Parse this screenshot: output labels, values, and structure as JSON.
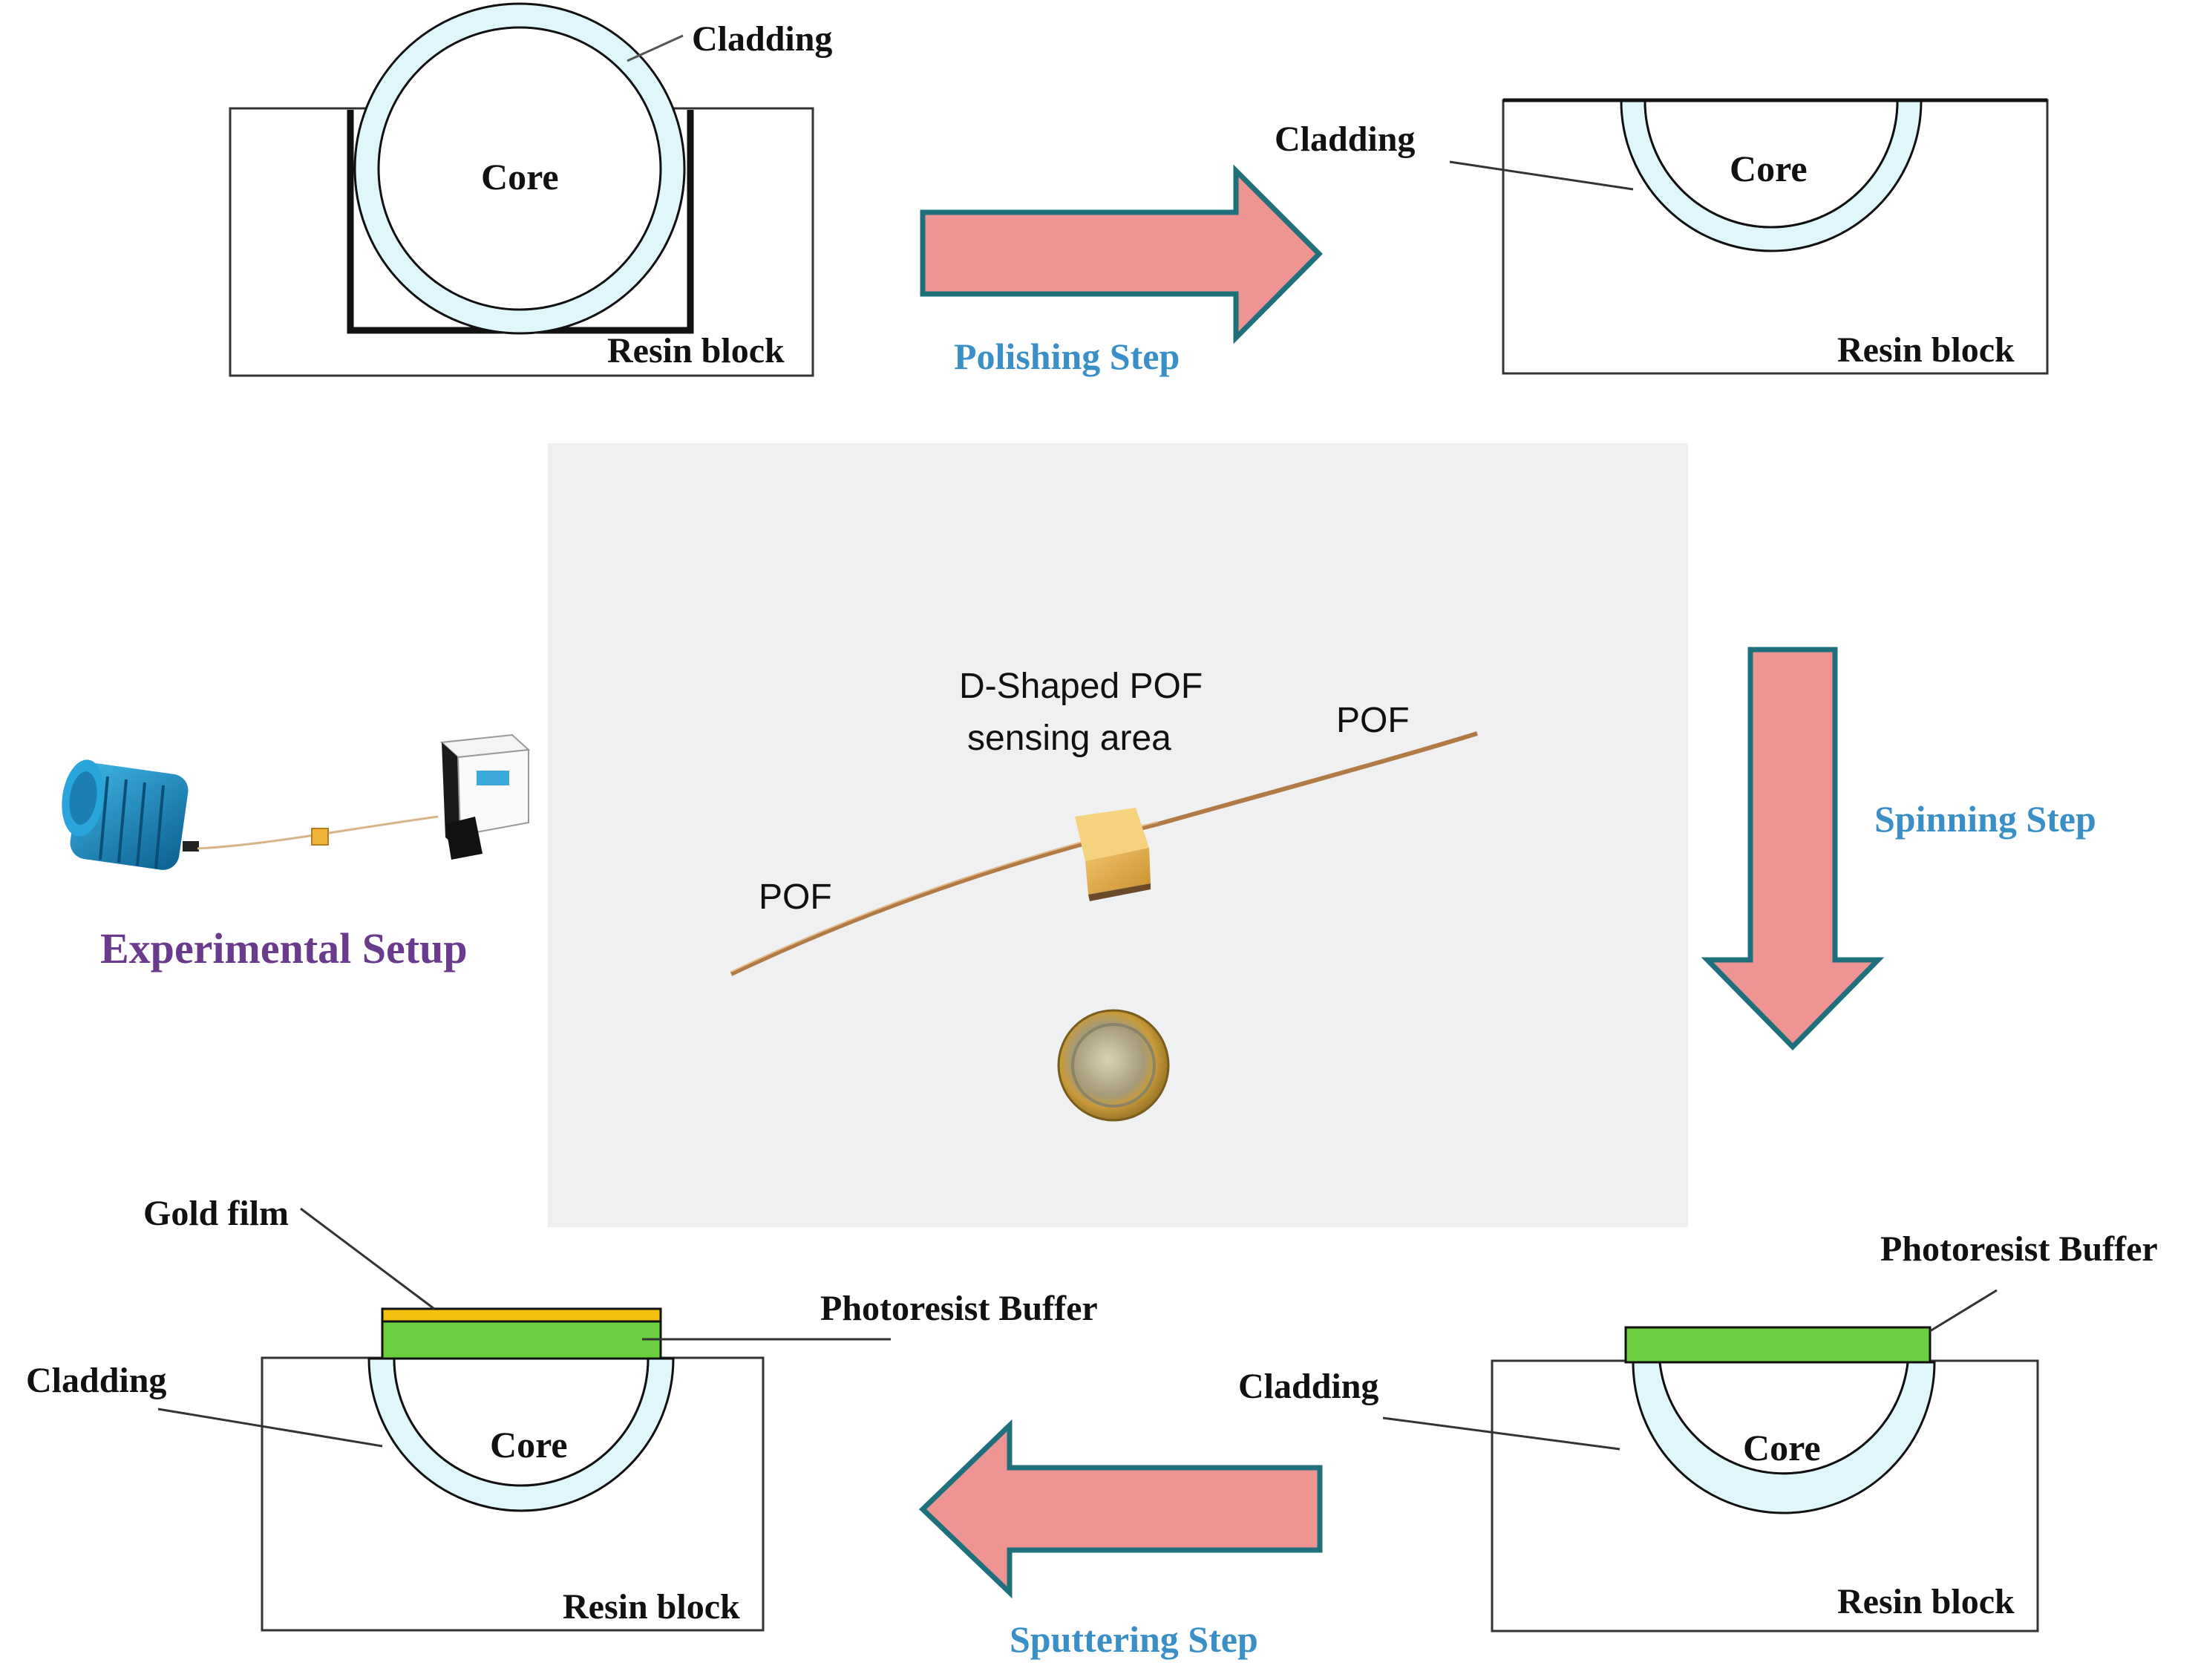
{
  "colors": {
    "cladding_fill": "#dff7fb",
    "arrow_fill": "#ee9594",
    "arrow_stroke": "#1f6f7c",
    "photoresist": "#6ad03f",
    "gold_film": "#f4c010",
    "step_text": "#3a8fc6",
    "setup_text": "#6a3a8c",
    "photo_background": "#eef0f2"
  },
  "panel_top_left": {
    "cladding": "Cladding",
    "core": "Core",
    "resin": "Resin block"
  },
  "panel_top_right": {
    "cladding": "Cladding",
    "core": "Core",
    "resin": "Resin block"
  },
  "panel_bottom_left": {
    "gold": "Gold film",
    "photoresist": "Photoresist Buffer",
    "cladding": "Cladding",
    "core": "Core",
    "resin": "Resin block"
  },
  "panel_bottom_right": {
    "photoresist": "Photoresist Buffer",
    "cladding": "Cladding",
    "core": "Core",
    "resin": "Resin block"
  },
  "steps": {
    "polishing": "Polishing Step",
    "spinning": "Spinning Step",
    "sputtering": "Sputtering Step"
  },
  "experimental_setup": {
    "caption": "Experimental Setup",
    "icons": [
      "light-source-icon",
      "spectrometer-icon",
      "sensor-chip-icon"
    ]
  },
  "photo": {
    "label_dshaped_line1": "D-Shaped POF",
    "label_dshaped_line2": "sensing area",
    "label_pof_left": "POF",
    "label_pof_right": "POF"
  }
}
